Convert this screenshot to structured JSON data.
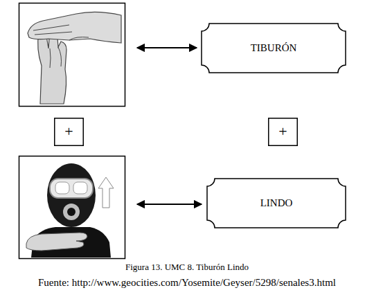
{
  "diagram": {
    "caption": "Figura 13. UMC 8. Tiburón Lindo",
    "nodes": [
      {
        "text": [
          "TIBURÓN"
        ]
      },
      {
        "text": [
          "+"
        ]
      },
      {
        "text": [
          "+"
        ]
      },
      {
        "text": [
          "LINDO"
        ]
      }
    ],
    "labels": [
      "Fuente: http://www.geocities.com/Yosemite/Geyser/5298/senales3.html"
    ]
  }
}
